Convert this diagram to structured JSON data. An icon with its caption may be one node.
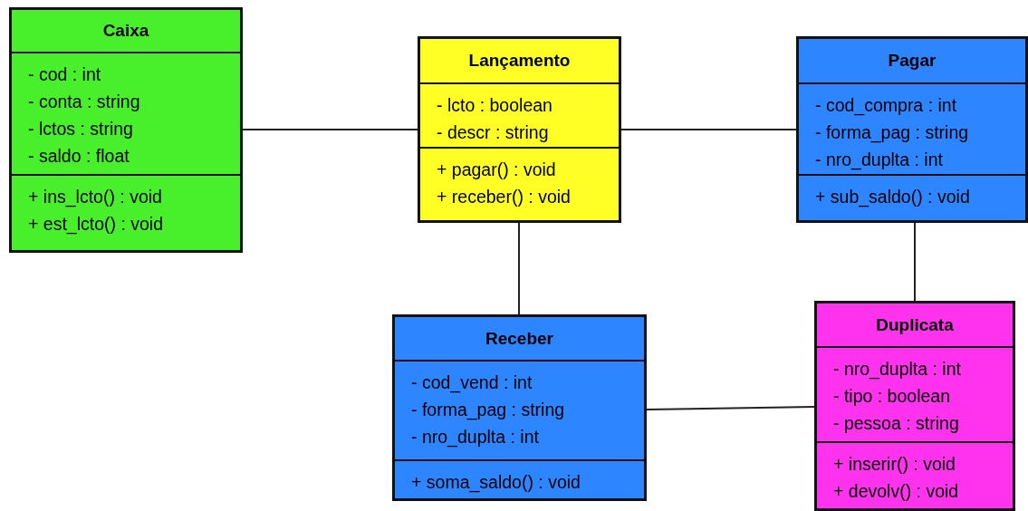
{
  "diagram": {
    "nodes": [
      {
        "text": [
          "Caixa"
        ]
      },
      {
        "text": [
          "- cod : int",
          "- conta : string",
          "- lctos : string",
          "- saldo : float"
        ],
        "in": 0
      },
      {
        "text": [
          "+ ins_lcto() : void",
          "+ est_lcto() : void"
        ],
        "in": 0
      },
      {
        "text": [
          "Lançamento"
        ]
      },
      {
        "text": [
          "- lcto : boolean",
          "- descr : string"
        ],
        "in": 3
      },
      {
        "text": [
          "+ pagar() : void",
          "+ receber() : void"
        ],
        "in": 3
      },
      {
        "text": [
          "Pagar"
        ]
      },
      {
        "text": [
          "- cod_compra : int",
          "- forma_pag : string",
          "- nro_duplta : int"
        ],
        "in": 6
      },
      {
        "text": [
          "+ sub_saldo() : void"
        ],
        "in": 6
      },
      {
        "text": [
          "Receber"
        ]
      },
      {
        "text": [
          "- cod_vend : int",
          "- forma_pag : string",
          "- nro_duplta : int"
        ],
        "in": 9
      },
      {
        "text": [
          "+ soma_saldo() : void"
        ],
        "in": 9
      },
      {
        "text": [
          "Duplicata"
        ]
      },
      {
        "text": [
          "- nro_duplta : int",
          "- tipo : boolean",
          "- pessoa : string"
        ],
        "in": 12
      },
      {
        "text": [
          "+ inserir() : void",
          "+ devolv() : void"
        ],
        "in": 12
      }
    ],
    "edges": [
      {
        "from": 0,
        "to": 3,
        "arrow": "none"
      },
      {
        "from": 3,
        "to": 6,
        "arrow": "none"
      },
      {
        "from": 3,
        "to": 9,
        "arrow": "none"
      },
      {
        "from": 6,
        "to": 12,
        "arrow": "none"
      },
      {
        "from": 9,
        "to": 12,
        "arrow": "none"
      }
    ]
  }
}
